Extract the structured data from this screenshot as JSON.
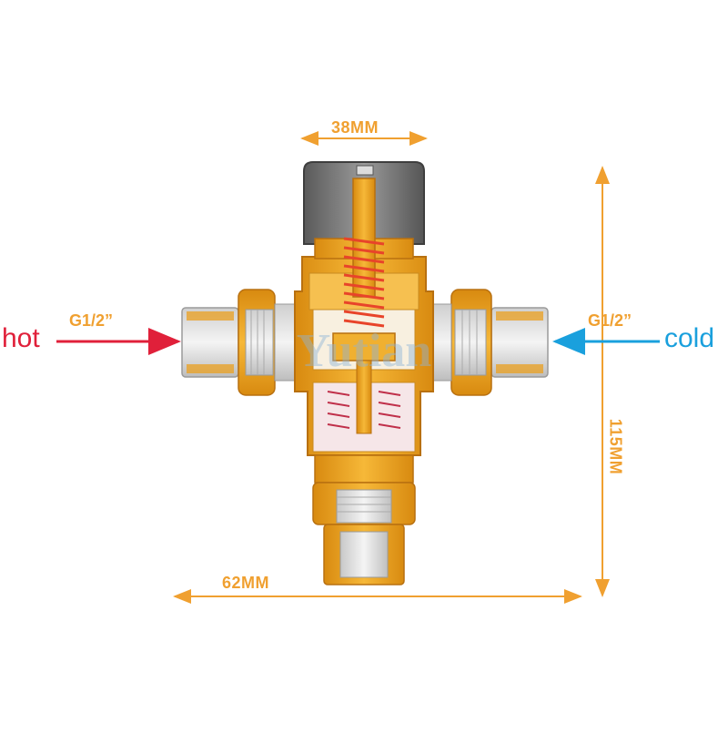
{
  "dimensions": {
    "top_width": "38MM",
    "height": "115MM",
    "overall_width": "62MM"
  },
  "ports": {
    "hot_label": "hot",
    "hot_size": "G1/2”",
    "cold_label": "cold",
    "cold_size": "G1/2”"
  },
  "watermark": "Yutian",
  "colors": {
    "brass": "#f0a020",
    "brass_dark": "#c87a10",
    "hot": "#e0203a",
    "cold": "#1aa0dd",
    "dimension": "#f0a030",
    "cap": "#6a6a6a",
    "spring": "#e8442a",
    "steel": "#e8e8e8"
  }
}
